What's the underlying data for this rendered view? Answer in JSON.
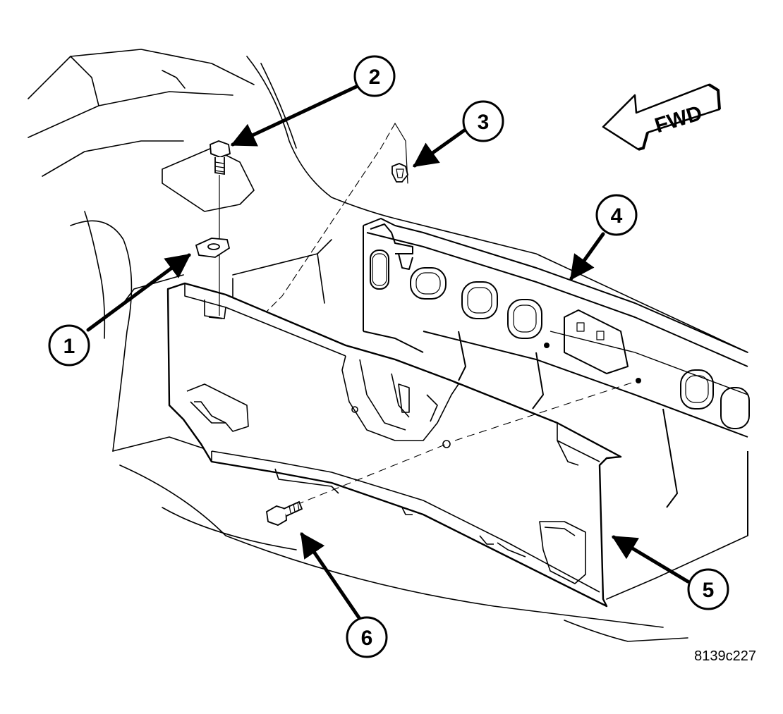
{
  "callouts": [
    {
      "id": "1",
      "label": "1"
    },
    {
      "id": "2",
      "label": "2"
    },
    {
      "id": "3",
      "label": "3"
    },
    {
      "id": "4",
      "label": "4"
    },
    {
      "id": "5",
      "label": "5"
    },
    {
      "id": "6",
      "label": "6"
    }
  ],
  "direction_indicator": {
    "label": "FWD"
  },
  "figure_code": "8139c227"
}
